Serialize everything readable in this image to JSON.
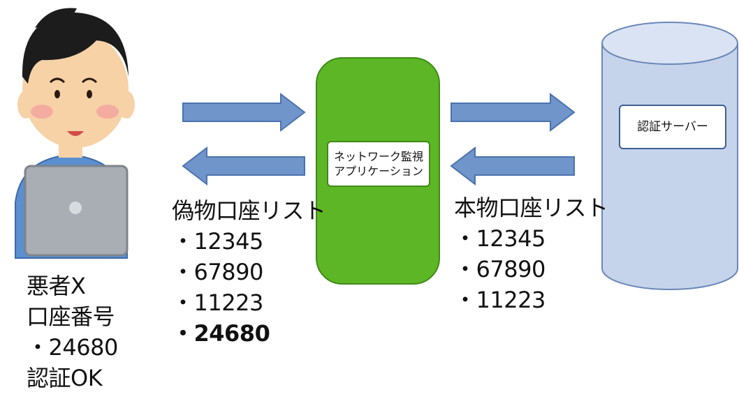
{
  "attacker": {
    "lines": [
      "悪者X",
      "口座番号",
      "・24680",
      "認証OK"
    ]
  },
  "app": {
    "label_lines": [
      "ネットワーク監視",
      "アプリケーション"
    ]
  },
  "server": {
    "label": "認証サーバー"
  },
  "fake_list": {
    "title": "偽物口座リスト",
    "items": [
      "・12345",
      "・67890",
      "・11223",
      "・24680"
    ]
  },
  "real_list": {
    "title": "本物口座リスト",
    "items": [
      "・12345",
      "・67890",
      "・11223"
    ]
  },
  "colors": {
    "arrow_fill": "#6f95cb",
    "arrow_stroke": "#4a72ad",
    "app_green": "#5db625",
    "db_fill": "#c5d4ea",
    "db_top": "#d9e3f3",
    "db_stroke": "#6a87b8"
  }
}
